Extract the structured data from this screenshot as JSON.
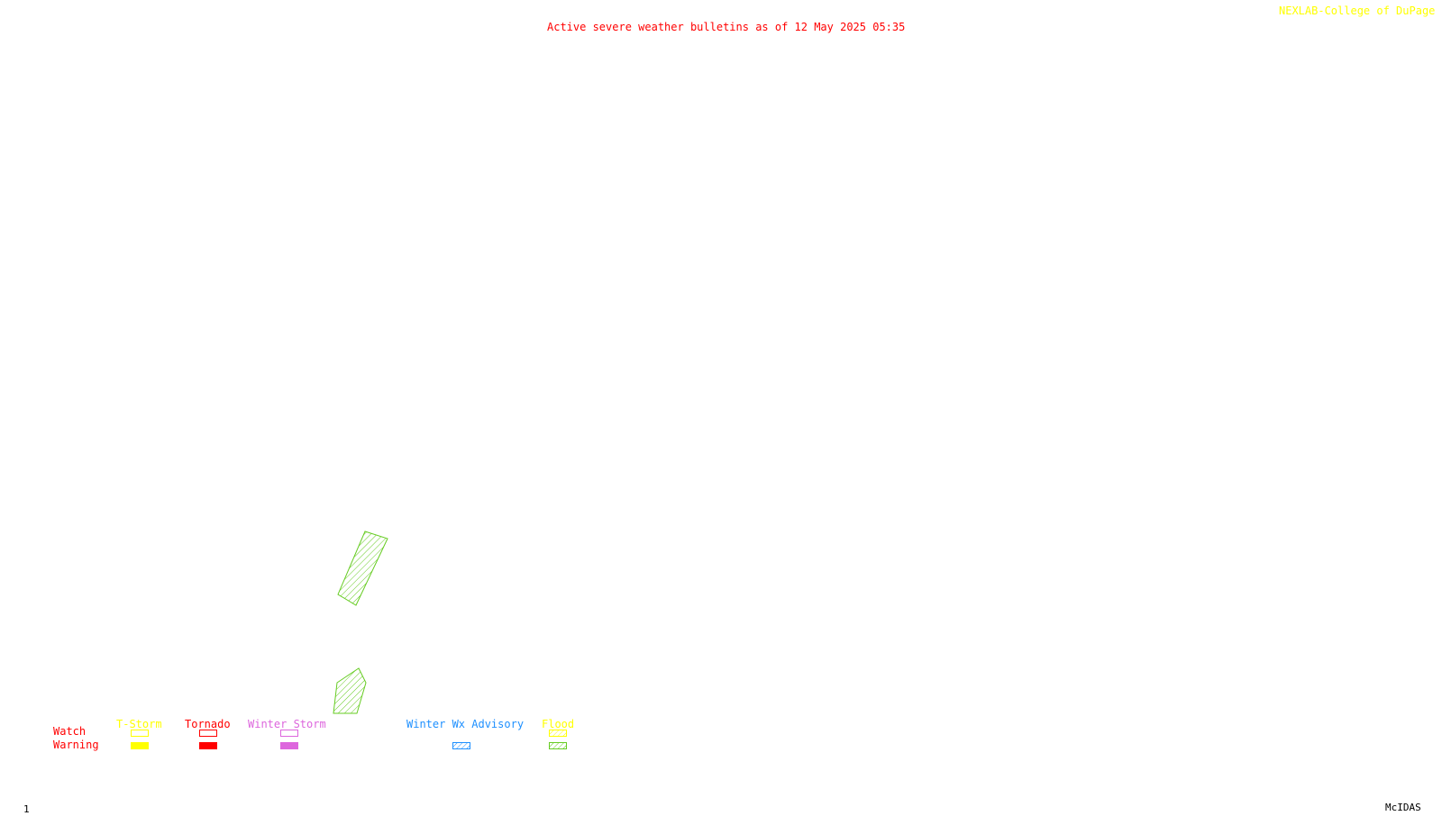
{
  "header": {
    "bulletin_title": "Active severe weather bulletins as of 12 May 2025 05:35",
    "source_label": "NEXLAB-College of DuPage R"
  },
  "legend": {
    "row_labels": {
      "watch": "Watch",
      "warning": "Warning"
    },
    "categories": [
      {
        "key": "tstorm",
        "label": "T-Storm",
        "color": "#ffff00",
        "watch": "outline",
        "warning": "solid"
      },
      {
        "key": "tornado",
        "label": "Tornado",
        "color": "#ff0000",
        "watch": "outline",
        "warning": "solid"
      },
      {
        "key": "winter",
        "label": "Winter Storm",
        "color": "#dd66dd",
        "watch": "outline",
        "warning": "solid"
      },
      {
        "key": "winterwx",
        "label": "Winter Wx Advisory",
        "color": "#1e90ff",
        "watch": "none",
        "warning": "hatched"
      },
      {
        "key": "flood",
        "label": "Flood",
        "color": "#66cc22",
        "watch": "hatched",
        "warning": "hatched"
      }
    ],
    "flood_label_color": "#ffff00",
    "flood_watch_color": "#ffff00"
  },
  "map": {
    "active_polygons": [
      {
        "type": "Flood Warning",
        "color": "#66cc22",
        "style": "hatched"
      },
      {
        "type": "Flood Warning",
        "color": "#66cc22",
        "style": "hatched"
      }
    ]
  },
  "footer": {
    "frame_number": "1",
    "software_label": "McIDAS"
  },
  "colors": {
    "background": "#ffffff",
    "title": "#ff0000",
    "source": "#ffff00",
    "footer": "#000000"
  }
}
